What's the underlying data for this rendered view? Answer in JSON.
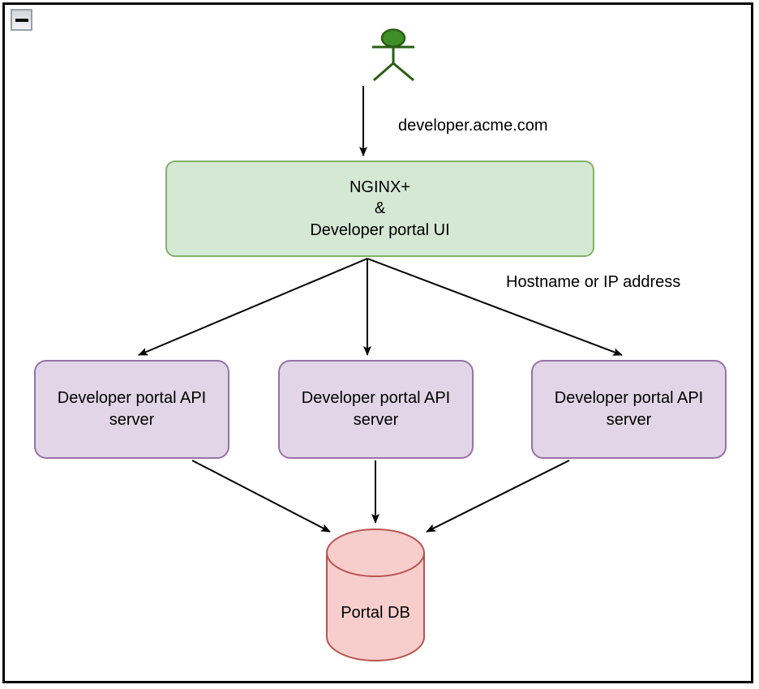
{
  "window": {
    "collapse_button_icon": "minus-icon"
  },
  "diagram": {
    "edge_labels": {
      "client_request": "developer.acme.com",
      "fanout": "Hostname or IP address"
    },
    "nodes": {
      "actor": {
        "icon": "stick-figure-actor",
        "fill": "#3f8f29",
        "stroke": "#295e13"
      },
      "gateway": {
        "label": "NGINX+\n&\nDeveloper portal UI",
        "fill": "#d5e8d4",
        "stroke": "#82b366"
      },
      "api_servers": [
        {
          "label": "Developer portal API\nserver",
          "fill": "#e1d5e7",
          "stroke": "#9673a6"
        },
        {
          "label": "Developer portal API\nserver",
          "fill": "#e1d5e7",
          "stroke": "#9673a6"
        },
        {
          "label": "Developer portal API\nserver",
          "fill": "#e1d5e7",
          "stroke": "#9673a6"
        }
      ],
      "database": {
        "label": "Portal DB",
        "fill": "#f8cecc",
        "stroke": "#b85450"
      }
    },
    "edge_color": "#000000"
  }
}
